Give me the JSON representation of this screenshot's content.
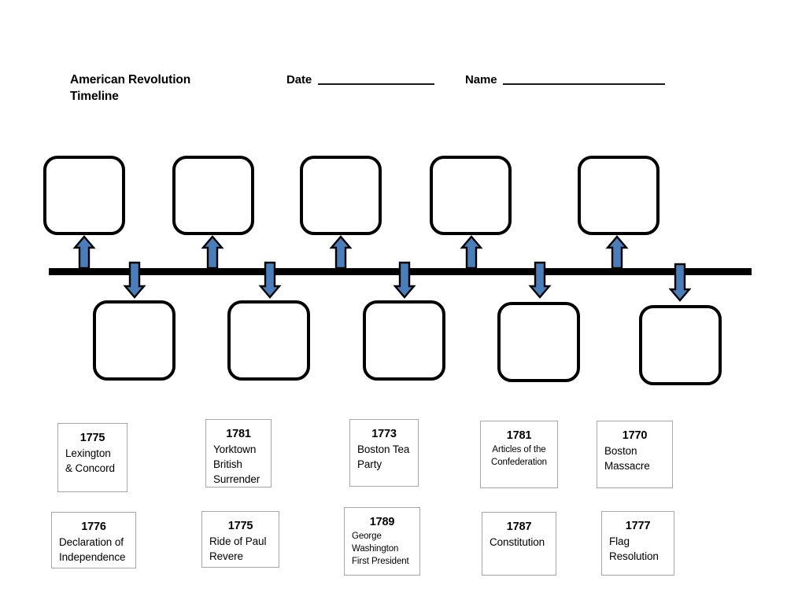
{
  "header": {
    "title_line1": "American Revolution",
    "title_line2": "Timeline",
    "date_label": "Date",
    "date_value": "",
    "name_label": "Name",
    "name_value": ""
  },
  "worksheet": {
    "top_slots": [
      {
        "name": "top-slot-1",
        "value": ""
      },
      {
        "name": "top-slot-2",
        "value": ""
      },
      {
        "name": "top-slot-3",
        "value": ""
      },
      {
        "name": "top-slot-4",
        "value": ""
      },
      {
        "name": "top-slot-5",
        "value": ""
      }
    ],
    "bottom_slots": [
      {
        "name": "bottom-slot-1",
        "value": ""
      },
      {
        "name": "bottom-slot-2",
        "value": ""
      },
      {
        "name": "bottom-slot-3",
        "value": ""
      },
      {
        "name": "bottom-slot-4",
        "value": ""
      },
      {
        "name": "bottom-slot-5",
        "value": ""
      }
    ],
    "arrow_count_up": 5,
    "arrow_count_down": 5
  },
  "word_bank": {
    "row1": [
      {
        "year": "1775",
        "event": "Lexington\n& Concord"
      },
      {
        "year": "1781",
        "event": "Yorktown\nBritish\nSurrender"
      },
      {
        "year": "1773",
        "event": "Boston Tea\nParty"
      },
      {
        "year": "1781",
        "event": "Articles of the\nConfederation"
      },
      {
        "year": "1770",
        "event": "Boston\nMassacre"
      }
    ],
    "row2": [
      {
        "year": "1776",
        "event": "Declaration of\nIndependence"
      },
      {
        "year": "1775",
        "event": "Ride of Paul\nRevere"
      },
      {
        "year": "1789",
        "event": "George\nWashington\nFirst President"
      },
      {
        "year": "1787",
        "event": "Constitution"
      },
      {
        "year": "1777",
        "event": "Flag\nResolution"
      }
    ]
  },
  "colors": {
    "arrow_fill": "#4a7ebb",
    "arrow_stroke": "#000000",
    "axis": "#000000",
    "slot_border": "#000000",
    "card_border": "#a6a6a6",
    "text": "#000000",
    "background": "#ffffff"
  }
}
